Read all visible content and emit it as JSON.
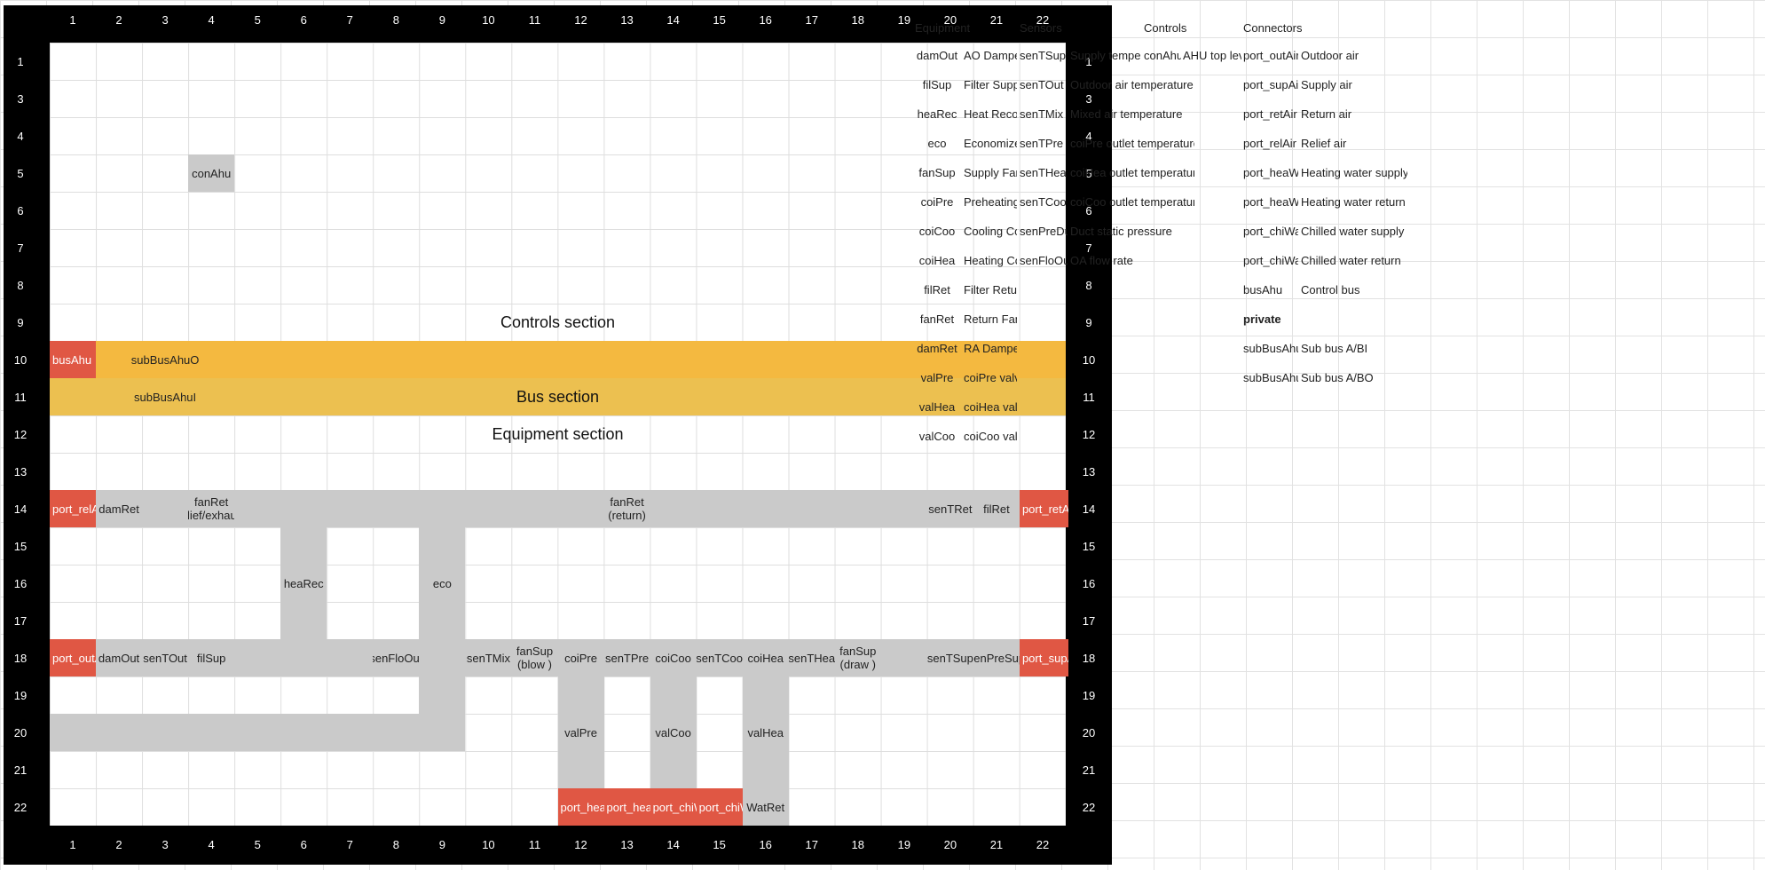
{
  "grid": {
    "col_labels": [
      "1",
      "2",
      "3",
      "4",
      "5",
      "6",
      "7",
      "8",
      "9",
      "10",
      "11",
      "12",
      "13",
      "14",
      "15",
      "16",
      "17",
      "18",
      "19",
      "20",
      "21",
      "22"
    ],
    "row_labels": [
      "1",
      "3",
      "4",
      "5",
      "6",
      "7",
      "8",
      "9",
      "10",
      "11",
      "12",
      "13",
      "14",
      "15",
      "16",
      "17",
      "18",
      "19",
      "20",
      "21",
      "22"
    ],
    "cells": [
      {
        "r": 3,
        "c": 3,
        "w": 1,
        "h": 1,
        "text": "conAhu",
        "style": "gray"
      },
      {
        "r": 7,
        "c": 0,
        "w": 22,
        "h": 1,
        "text": "Controls section",
        "style": "section"
      },
      {
        "r": 8,
        "c": 0,
        "w": 22,
        "h": 1,
        "text": "",
        "style": "orange1"
      },
      {
        "r": 8,
        "c": 0,
        "w": 1,
        "h": 1,
        "text": "busAhu",
        "style": "red"
      },
      {
        "r": 8,
        "c": 1,
        "w": 3,
        "h": 1,
        "text": "subBusAhuO",
        "style": "orange1"
      },
      {
        "r": 9,
        "c": 0,
        "w": 22,
        "h": 1,
        "text": "",
        "style": "orange2"
      },
      {
        "r": 9,
        "c": 1,
        "w": 3,
        "h": 1,
        "text": "subBusAhuI",
        "style": "orange2"
      },
      {
        "r": 9,
        "c": 0,
        "w": 22,
        "h": 1,
        "text": "Bus section",
        "style": "section"
      },
      {
        "r": 10,
        "c": 0,
        "w": 22,
        "h": 1,
        "text": "Equipment section",
        "style": "section"
      },
      {
        "r": 12,
        "c": 1,
        "w": 20,
        "h": 1,
        "text": "",
        "style": "gray"
      },
      {
        "r": 12,
        "c": 0,
        "w": 1,
        "h": 1,
        "text": "port_relAir",
        "style": "red"
      },
      {
        "r": 12,
        "c": 1,
        "w": 1,
        "h": 1,
        "text": "damRet",
        "style": "gray"
      },
      {
        "r": 12,
        "c": 3,
        "w": 1,
        "h": 1,
        "text": "fanRet\n(relief/exhaust)",
        "style": "gray"
      },
      {
        "r": 12,
        "c": 12,
        "w": 1,
        "h": 1,
        "text": "fanRet\n(return)",
        "style": "gray"
      },
      {
        "r": 12,
        "c": 19,
        "w": 1,
        "h": 1,
        "text": "senTRet",
        "style": "gray"
      },
      {
        "r": 12,
        "c": 20,
        "w": 1,
        "h": 1,
        "text": "filRet",
        "style": "gray"
      },
      {
        "r": 12,
        "c": 21,
        "w": 1,
        "h": 1,
        "text": "port_retAir",
        "style": "red"
      },
      {
        "r": 13,
        "c": 5,
        "w": 1,
        "h": 3,
        "text": "",
        "style": "gray"
      },
      {
        "r": 14,
        "c": 5,
        "w": 1,
        "h": 1,
        "text": "heaRec",
        "style": "gray"
      },
      {
        "r": 13,
        "c": 8,
        "w": 1,
        "h": 3,
        "text": "",
        "style": "gray"
      },
      {
        "r": 14,
        "c": 8,
        "w": 1,
        "h": 1,
        "text": "eco",
        "style": "gray"
      },
      {
        "r": 16,
        "c": 1,
        "w": 20,
        "h": 1,
        "text": "",
        "style": "gray"
      },
      {
        "r": 16,
        "c": 0,
        "w": 1,
        "h": 1,
        "text": "port_outAir",
        "style": "red"
      },
      {
        "r": 16,
        "c": 1,
        "w": 1,
        "h": 1,
        "text": "damOut",
        "style": "gray"
      },
      {
        "r": 16,
        "c": 2,
        "w": 1,
        "h": 1,
        "text": "senTOut",
        "style": "gray"
      },
      {
        "r": 16,
        "c": 3,
        "w": 1,
        "h": 1,
        "text": "filSup",
        "style": "gray"
      },
      {
        "r": 16,
        "c": 7,
        "w": 1,
        "h": 1,
        "text": "senFloOut",
        "style": "gray"
      },
      {
        "r": 16,
        "c": 9,
        "w": 1,
        "h": 1,
        "text": "senTMix",
        "style": "gray"
      },
      {
        "r": 16,
        "c": 10,
        "w": 1,
        "h": 1,
        "text": "fanSup\n(blow )",
        "style": "gray"
      },
      {
        "r": 16,
        "c": 11,
        "w": 1,
        "h": 1,
        "text": "coiPre",
        "style": "gray"
      },
      {
        "r": 16,
        "c": 12,
        "w": 1,
        "h": 1,
        "text": "senTPre",
        "style": "gray"
      },
      {
        "r": 16,
        "c": 13,
        "w": 1,
        "h": 1,
        "text": "coiCoo",
        "style": "gray"
      },
      {
        "r": 16,
        "c": 14,
        "w": 1,
        "h": 1,
        "text": "senTCoo",
        "style": "gray"
      },
      {
        "r": 16,
        "c": 15,
        "w": 1,
        "h": 1,
        "text": "coiHea",
        "style": "gray"
      },
      {
        "r": 16,
        "c": 16,
        "w": 1,
        "h": 1,
        "text": "senTHea",
        "style": "gray"
      },
      {
        "r": 16,
        "c": 17,
        "w": 1,
        "h": 1,
        "text": "fanSup\n(draw )",
        "style": "gray"
      },
      {
        "r": 16,
        "c": 19,
        "w": 1,
        "h": 1,
        "text": "senTSup",
        "style": "gray"
      },
      {
        "r": 16,
        "c": 20,
        "w": 1,
        "h": 1,
        "text": "senPreSup",
        "style": "gray"
      },
      {
        "r": 16,
        "c": 21,
        "w": 1,
        "h": 1,
        "text": "port_supAir",
        "style": "red"
      },
      {
        "r": 17,
        "c": 8,
        "w": 1,
        "h": 1,
        "text": "",
        "style": "gray"
      },
      {
        "r": 18,
        "c": 0,
        "w": 9,
        "h": 1,
        "text": "",
        "style": "gray"
      },
      {
        "r": 17,
        "c": 11,
        "w": 1,
        "h": 4,
        "text": "",
        "style": "gray"
      },
      {
        "r": 18,
        "c": 11,
        "w": 1,
        "h": 1,
        "text": "valPre",
        "style": "gray"
      },
      {
        "r": 17,
        "c": 13,
        "w": 1,
        "h": 4,
        "text": "",
        "style": "gray"
      },
      {
        "r": 18,
        "c": 13,
        "w": 1,
        "h": 1,
        "text": "valCoo",
        "style": "gray"
      },
      {
        "r": 17,
        "c": 15,
        "w": 1,
        "h": 4,
        "text": "",
        "style": "gray"
      },
      {
        "r": 18,
        "c": 15,
        "w": 1,
        "h": 1,
        "text": "valHea",
        "style": "gray"
      },
      {
        "r": 20,
        "c": 11,
        "w": 1,
        "h": 1,
        "text": "port_heaWatSup",
        "style": "red"
      },
      {
        "r": 20,
        "c": 12,
        "w": 1,
        "h": 1,
        "text": "port_heaWatRet",
        "style": "red"
      },
      {
        "r": 20,
        "c": 13,
        "w": 1,
        "h": 1,
        "text": "port_chiWatSup",
        "style": "red"
      },
      {
        "r": 20,
        "c": 14,
        "w": 1,
        "h": 1,
        "text": "port_chiWatRet",
        "style": "red"
      },
      {
        "r": 20,
        "c": 15,
        "w": 1,
        "h": 1,
        "text": "WatRet",
        "style": "gray"
      }
    ]
  },
  "table": {
    "headers": {
      "equipment": "Equipment",
      "sensors": "Sensors",
      "controls": "Controls",
      "connectors": "Connectors"
    },
    "equipment": [
      [
        "damOut",
        "AO Damper"
      ],
      [
        "filSup",
        "Filter Supply"
      ],
      [
        "heaRec",
        "Heat Recovery"
      ],
      [
        "eco",
        "Economizer"
      ],
      [
        "fanSup",
        "Supply Fan"
      ],
      [
        "coiPre",
        "Preheating Coil"
      ],
      [
        "coiCoo",
        "Cooling Coil"
      ],
      [
        "coiHea",
        "Heating Coil"
      ],
      [
        "filRet",
        "Filter Return"
      ],
      [
        "fanRet",
        "Return Fan"
      ],
      [
        "damRet",
        "RA Damper"
      ],
      [
        "valPre",
        "coiPre valve"
      ],
      [
        "valHea",
        "coiHea valve"
      ],
      [
        "valCoo",
        "coiCoo valve"
      ]
    ],
    "sensors": [
      [
        "senTSup",
        "Supply temperature"
      ],
      [
        "senTOut",
        "Outdoor air temperature"
      ],
      [
        "senTMix",
        "Mixed air temperature"
      ],
      [
        "senTPre",
        "coiPre outlet temperature"
      ],
      [
        "senTHea",
        "coiHea outlet temperature"
      ],
      [
        "senTCoo",
        "coiCoo outlet temperature"
      ],
      [
        "senPreDuc",
        "Duct static pressure"
      ],
      [
        "senFloOut",
        "OA flow rate"
      ]
    ],
    "controls": [
      [
        "conAhu",
        "AHU top level"
      ]
    ],
    "connectors": [
      [
        "port_outAir",
        "Outdoor air"
      ],
      [
        "port_supAir",
        "Supply air"
      ],
      [
        "port_retAir",
        "Return air"
      ],
      [
        "port_relAir",
        "Relief air"
      ],
      [
        "port_heaWatSup",
        "Heating water supply"
      ],
      [
        "port_heaWatRet",
        "Heating water return"
      ],
      [
        "port_chiWatSup",
        "Chilled water supply"
      ],
      [
        "port_chiWatRet",
        "Chilled water return"
      ],
      [
        "busAhu",
        "Control bus"
      ]
    ],
    "private_label": "private",
    "private": [
      [
        "subBusAhuI",
        "Sub bus A/BI"
      ],
      [
        "subBusAhuO",
        "Sub bus A/BO"
      ]
    ]
  },
  "colors": {
    "port": "#e05744",
    "bus": "#f4b940",
    "equipment": "#cacaca"
  }
}
